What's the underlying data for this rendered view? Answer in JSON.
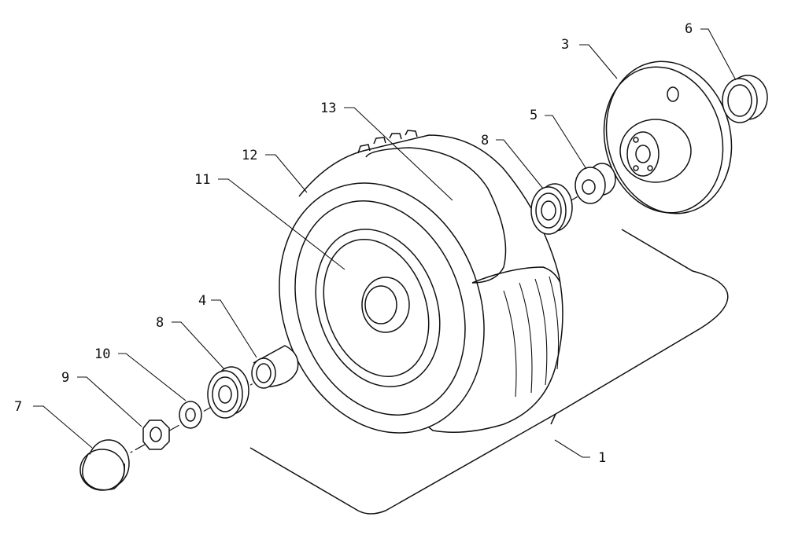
{
  "diagram": {
    "callouts": [
      {
        "id": "c1",
        "label": "1"
      },
      {
        "id": "c3",
        "label": "3"
      },
      {
        "id": "c4",
        "label": "4"
      },
      {
        "id": "c5",
        "label": "5"
      },
      {
        "id": "c6",
        "label": "6"
      },
      {
        "id": "c7",
        "label": "7"
      },
      {
        "id": "c8a",
        "label": "8"
      },
      {
        "id": "c8b",
        "label": "8"
      },
      {
        "id": "c9",
        "label": "9"
      },
      {
        "id": "c10",
        "label": "10"
      },
      {
        "id": "c11",
        "label": "11"
      },
      {
        "id": "c12",
        "label": "12"
      },
      {
        "id": "c13",
        "label": "13"
      }
    ]
  }
}
